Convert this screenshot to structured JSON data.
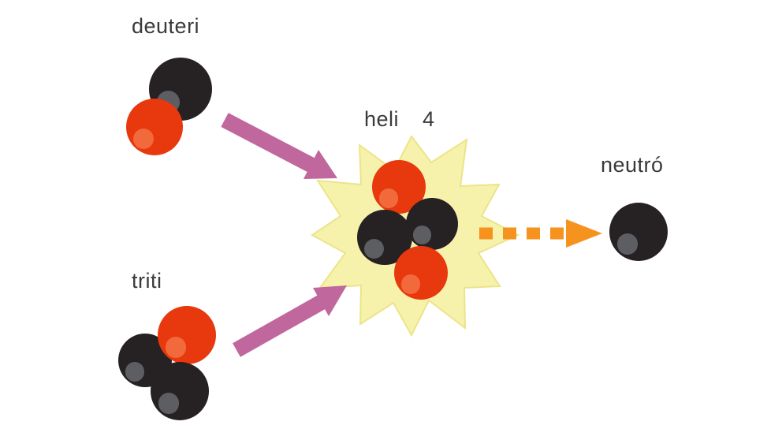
{
  "diagram": {
    "type": "nuclear-fusion-diagram",
    "labels": {
      "deuterium": "deuteri",
      "tritium": "triti",
      "helium": "heli 4",
      "neutron": "neutró"
    },
    "colors": {
      "background": "#ffffff",
      "label_text": "#3a3a39",
      "proton": "#e8380d",
      "proton_highlight": "#f2693c",
      "neutron_particle": "#262122",
      "neutron_highlight": "#5d5e62",
      "burst": "#f6f2ab",
      "burst_edge": "#ece489",
      "arrow_pink": "#c0679e",
      "arrow_orange": "#f6921e"
    }
  }
}
